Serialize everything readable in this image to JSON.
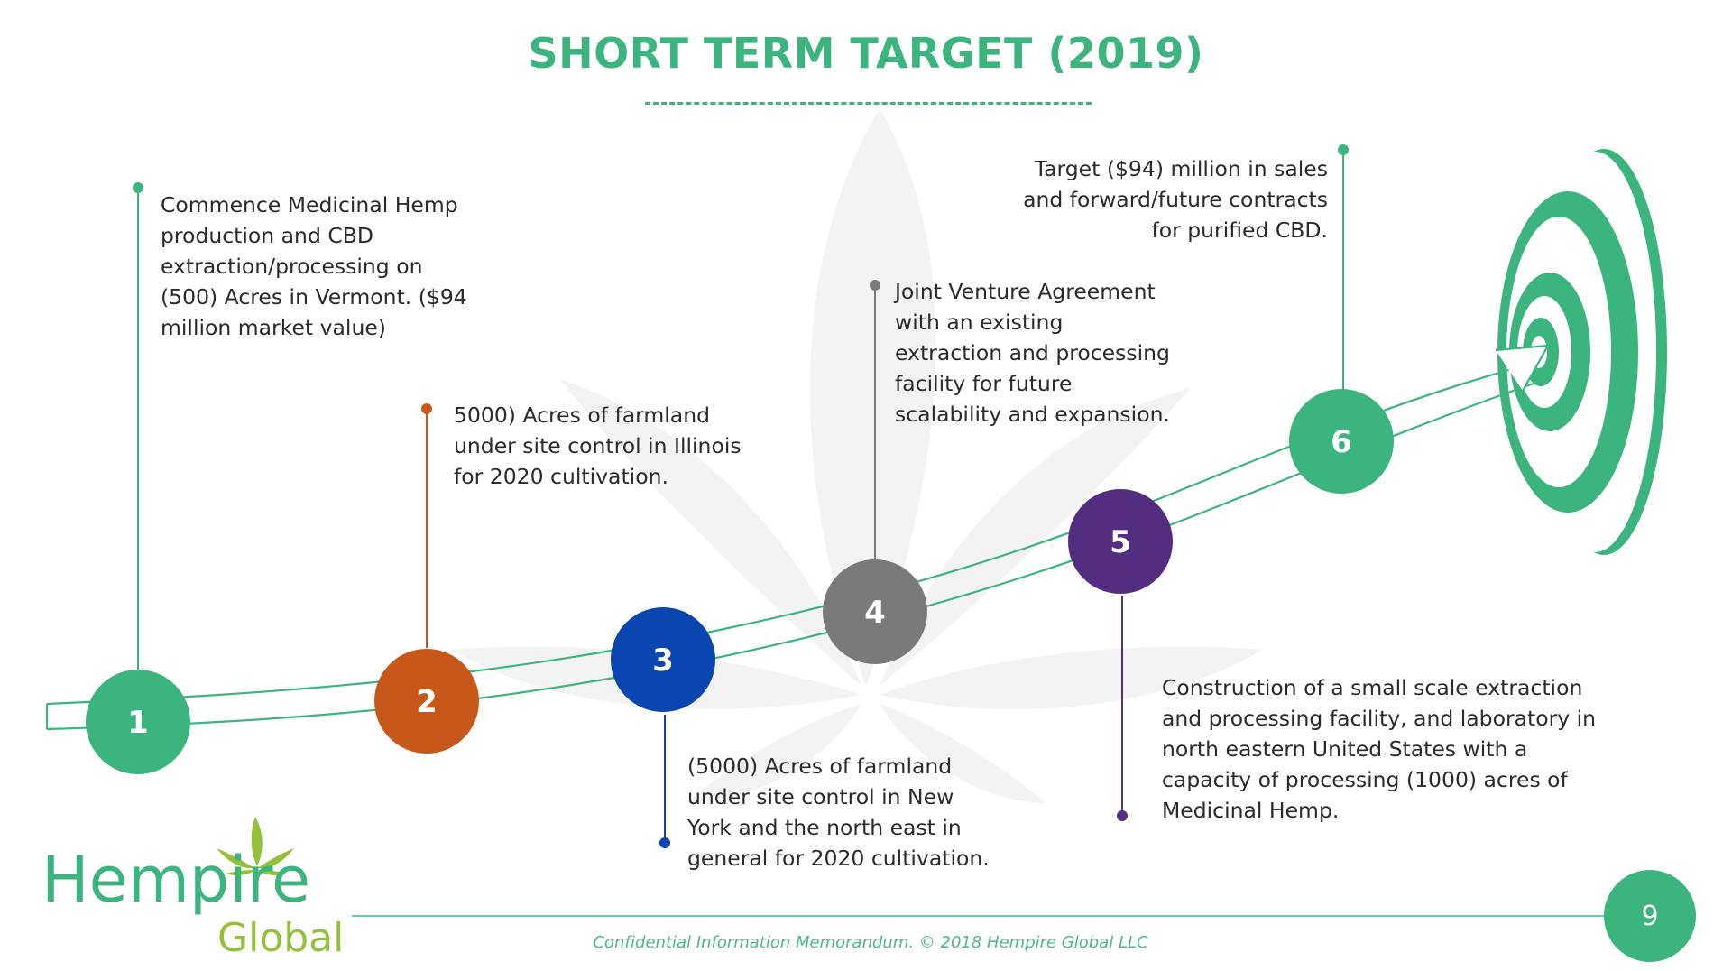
{
  "title": "SHORT TERM TARGET (2019)",
  "colors": {
    "green": "#3cb47e",
    "orange": "#c8581a",
    "blue": "#0a46b0",
    "gray": "#7a7a7a",
    "purple": "#522d80",
    "logo_leaf": "#93c13a"
  },
  "milestones": [
    {
      "number": "1",
      "lines": [
        "Commence Medicinal Hemp",
        "production and CBD",
        "extraction/processing on",
        "(500) Acres in Vermont. ($94",
        "million market value)"
      ]
    },
    {
      "number": "2",
      "lines": [
        "5000) Acres of farmland",
        "under site control in Illinois",
        "for 2020 cultivation."
      ]
    },
    {
      "number": "3",
      "lines": [
        "(5000) Acres of farmland",
        "under site control in New",
        "York and the north east in",
        "general for 2020 cultivation."
      ]
    },
    {
      "number": "4",
      "lines": [
        "Joint Venture Agreement",
        "with an existing",
        "extraction and processing",
        "facility for future",
        "scalability and expansion."
      ]
    },
    {
      "number": "5",
      "lines": [
        "Construction of a small scale extraction",
        "and processing facility, and laboratory in",
        "north eastern United States with a",
        "capacity of processing (1000) acres of",
        "Medicinal Hemp."
      ]
    },
    {
      "number": "6",
      "lines": [
        "Target ($94) million in sales",
        "and forward/future contracts",
        "for purified CBD."
      ]
    }
  ],
  "logo": {
    "main": "Hempire",
    "sub": "Global"
  },
  "footer": "Confidential Information Memorandum. © 2018 Hempire Global LLC",
  "page_number": "9",
  "icons": {
    "target": "target-icon",
    "arrow": "arrow-path",
    "leaf": "hemp-leaf-icon"
  }
}
